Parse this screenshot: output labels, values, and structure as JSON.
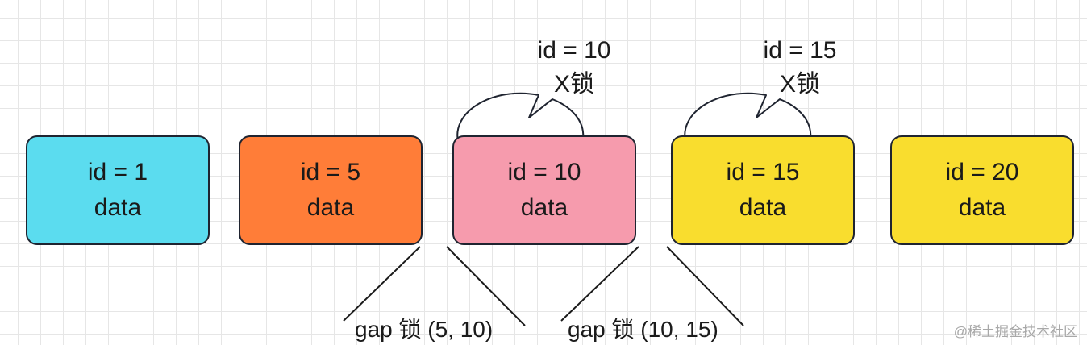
{
  "colors": {
    "id1": "#5bdcef",
    "id5": "#ff7d38",
    "id10": "#f69bad",
    "id15": "#f9dd2e",
    "id20": "#f9dd2e",
    "border": "#1f2430"
  },
  "records": [
    {
      "id_text": "id = 1",
      "data_text": "data"
    },
    {
      "id_text": "id = 5",
      "data_text": "data"
    },
    {
      "id_text": "id = 10",
      "data_text": "data"
    },
    {
      "id_text": "id = 15",
      "data_text": "data"
    },
    {
      "id_text": "id = 20",
      "data_text": "data"
    }
  ],
  "bubbles": [
    {
      "line1": "id = 10",
      "line2": "X锁"
    },
    {
      "line1": "id = 15",
      "line2": "X锁"
    }
  ],
  "gaps": [
    {
      "label": "gap 锁 (5, 10)"
    },
    {
      "label": "gap 锁 (10, 15)"
    }
  ],
  "watermark": "@稀土掘金技术社区"
}
